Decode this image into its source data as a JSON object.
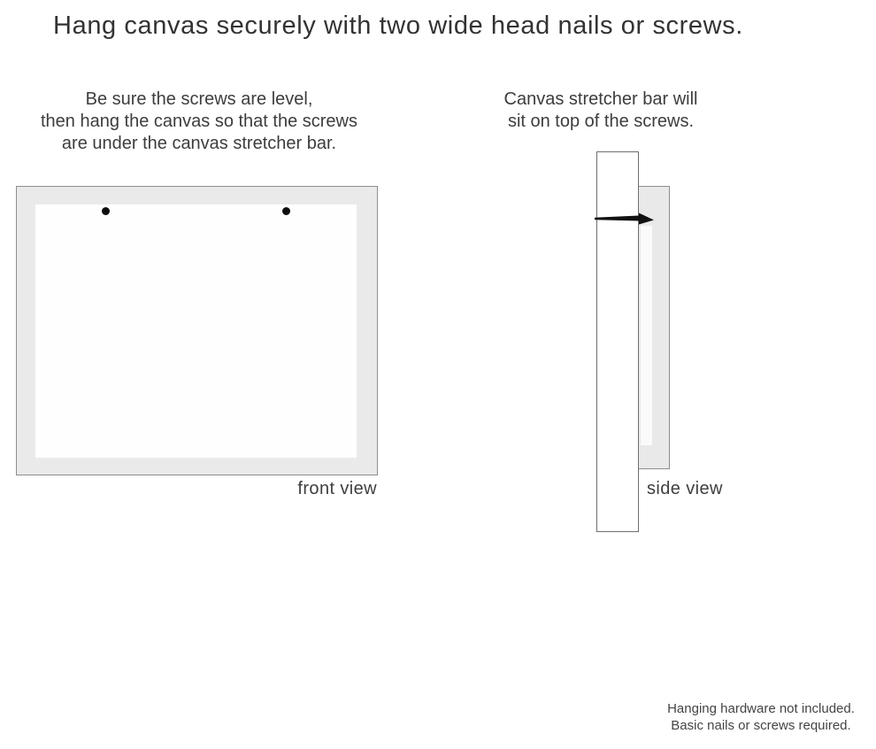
{
  "title": "Hang canvas securely with two wide head nails or screws.",
  "instructions": {
    "front": {
      "lines": [
        "Be sure the screws are level,",
        "then hang the canvas so that the screws",
        "are under the canvas stretcher bar."
      ]
    },
    "side": {
      "lines": [
        "Canvas stretcher bar will",
        "sit on top of the screws."
      ]
    }
  },
  "diagrams": {
    "front_view": {
      "label": "front view",
      "screw_count": 2
    },
    "side_view": {
      "label": "side view"
    }
  },
  "footer": {
    "lines": [
      "Hanging hardware not included.",
      "Basic nails or screws required."
    ]
  },
  "colors": {
    "background": "#ffffff",
    "canvas_frame_fill": "#eaeaea",
    "frame_border": "#8e8e8e",
    "stretcher_bar_border": "#6f6f6f",
    "nail": "#111111",
    "screw_dot": "#0d0d0d",
    "text": "#3d3d3d"
  }
}
